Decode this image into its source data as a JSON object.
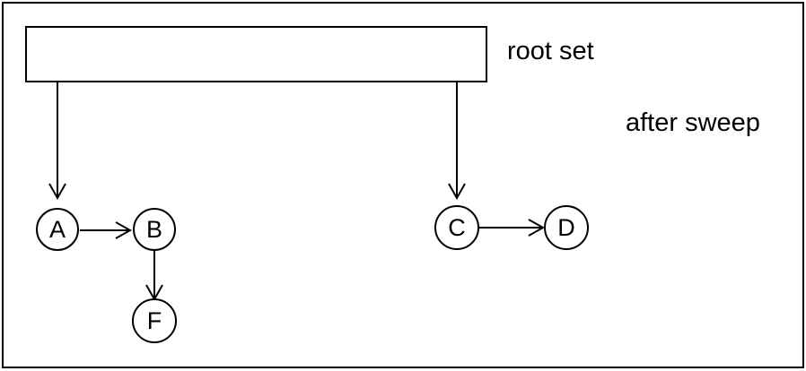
{
  "diagram": {
    "root_set_label": "root set",
    "state_label": "after sweep",
    "nodes": [
      {
        "id": "A",
        "label": "A"
      },
      {
        "id": "B",
        "label": "B"
      },
      {
        "id": "C",
        "label": "C"
      },
      {
        "id": "D",
        "label": "D"
      },
      {
        "id": "F",
        "label": "F"
      }
    ],
    "edges": [
      {
        "from": "root set",
        "to": "A"
      },
      {
        "from": "root set",
        "to": "C"
      },
      {
        "from": "A",
        "to": "B"
      },
      {
        "from": "B",
        "to": "F"
      },
      {
        "from": "C",
        "to": "D"
      }
    ]
  }
}
